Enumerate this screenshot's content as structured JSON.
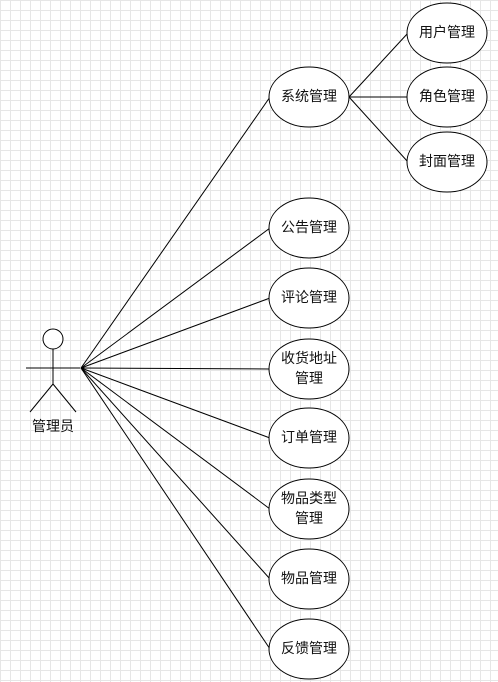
{
  "actor": {
    "label": "管理员"
  },
  "use_cases": [
    {
      "id": "system",
      "lines": [
        "系统管理"
      ]
    },
    {
      "id": "notice",
      "lines": [
        "公告管理"
      ]
    },
    {
      "id": "comment",
      "lines": [
        "评论管理"
      ]
    },
    {
      "id": "address",
      "lines": [
        "收货地址",
        "管理"
      ]
    },
    {
      "id": "order",
      "lines": [
        "订单管理"
      ]
    },
    {
      "id": "item-type",
      "lines": [
        "物品类型",
        "管理"
      ]
    },
    {
      "id": "item",
      "lines": [
        "物品管理"
      ]
    },
    {
      "id": "feedback",
      "lines": [
        "反馈管理"
      ]
    }
  ],
  "sub_cases": [
    {
      "id": "user",
      "parent": "system",
      "lines": [
        "用户管理"
      ]
    },
    {
      "id": "role",
      "parent": "system",
      "lines": [
        "角色管理"
      ]
    },
    {
      "id": "cover",
      "parent": "system",
      "lines": [
        "封面管理"
      ]
    }
  ]
}
